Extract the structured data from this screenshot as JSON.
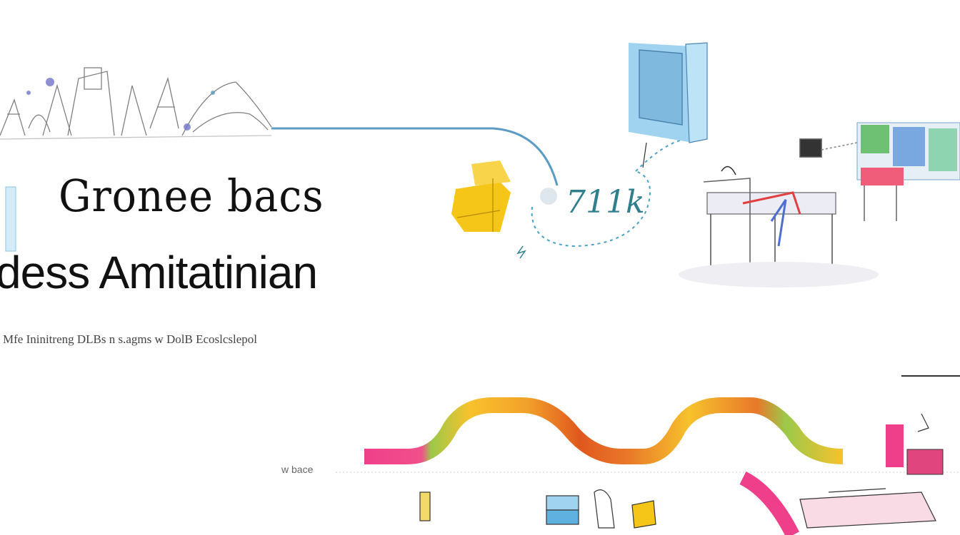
{
  "hero": {
    "title_line1": "Gronee bacs",
    "title_line2": "dess Amitatinian",
    "subtitle": "Mfe Ininitreng DLBs n s.agms w DolB  Ecoslcslepol"
  },
  "flow": {
    "label": "711k"
  },
  "timeline": {
    "label": "w bace"
  },
  "colors": {
    "connector": "#5b9bc4",
    "book": "#9fd3f0",
    "cube": "#f5c518",
    "wave_pink": "#ef3f8a",
    "wave_yellow": "#f7c22c",
    "wave_orange": "#e0581e",
    "wave_green": "#9cc84a"
  }
}
